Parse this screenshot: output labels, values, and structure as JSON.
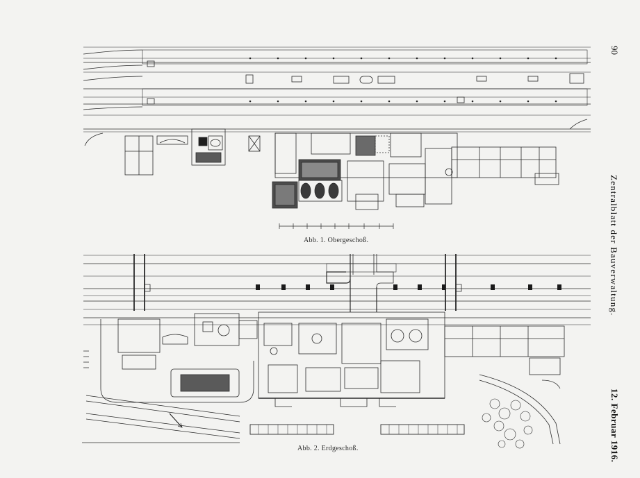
{
  "page": {
    "page_number": "90",
    "journal_title": "Zentralblatt der Bauverwaltung.",
    "issue_date": "12. Februar 1916."
  },
  "figures": [
    {
      "caption": "Abb. 1.  Obergeschoß."
    },
    {
      "caption": "Abb. 2.  Erdgeschoß."
    }
  ],
  "colors": {
    "ink": "#1c1c1c",
    "paper": "#f3f3f1"
  }
}
